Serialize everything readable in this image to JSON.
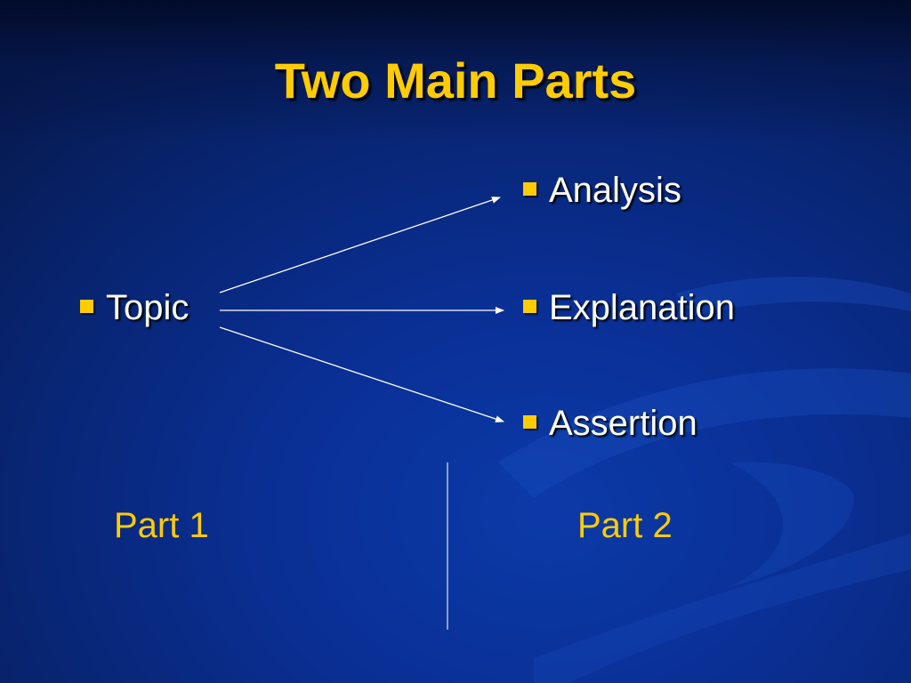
{
  "slide": {
    "title": "Two Main Parts",
    "source_item": "Topic",
    "target_items": [
      "Analysis",
      "Explanation",
      "Assertion"
    ],
    "part_labels": [
      "Part 1",
      "Part 2"
    ],
    "colors": {
      "title": "#ffcc00",
      "bullet": "#ffcc00",
      "body_text": "#ffffff",
      "part_label": "#ffcc00",
      "arrow": "#ffffff",
      "background": "#0a2f94"
    },
    "bullet_shape": "square"
  }
}
